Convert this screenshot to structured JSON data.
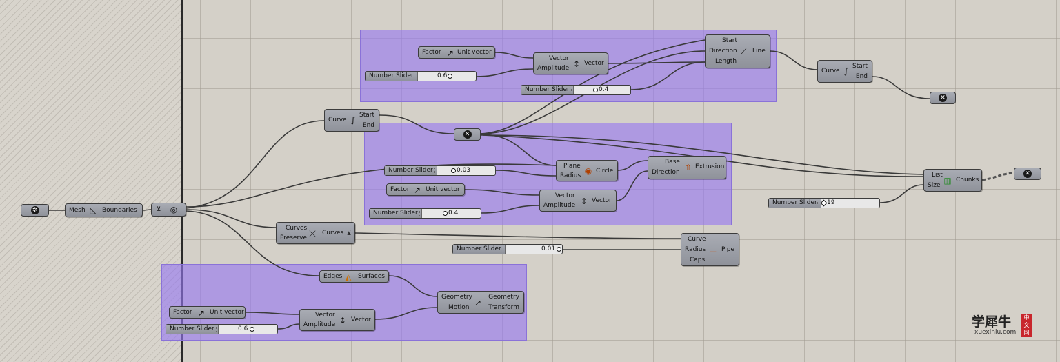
{
  "groups": [
    "group-top",
    "group-middle",
    "group-bottom"
  ],
  "components": {
    "line_top": {
      "inputs": [
        "Start",
        "Direction",
        "Length"
      ],
      "name": "Line"
    },
    "unit_vector_top": {
      "input": "Factor",
      "name": "Unit vector"
    },
    "amplitude_top": {
      "inputs": [
        "Vector",
        "Amplitude"
      ],
      "name": "Vector"
    },
    "endpoints_right": {
      "input": "Curve",
      "outputs": [
        "Start",
        "End"
      ]
    },
    "endpoints_left": {
      "input": "Curve",
      "outputs": [
        "Start",
        "End"
      ]
    },
    "circle": {
      "inputs": [
        "Plane",
        "Radius"
      ],
      "name": "Circle"
    },
    "extrusion": {
      "inputs": [
        "Base",
        "Direction"
      ],
      "name": "Extrusion"
    },
    "unit_vector_mid": {
      "input": "Factor",
      "name": "Unit vector"
    },
    "amplitude_mid": {
      "inputs": [
        "Vector",
        "Amplitude"
      ],
      "name": "Vector"
    },
    "partition": {
      "inputs": [
        "List",
        "Size"
      ],
      "name": "Chunks"
    },
    "mesh_boundaries": {
      "input": "Mesh",
      "name": "Boundaries"
    },
    "join_curves": {
      "inputs": [
        "Curves",
        "Preserve"
      ],
      "name": "Curves"
    },
    "pipe": {
      "inputs": [
        "Curve",
        "Radius",
        "Caps"
      ],
      "name": "Pipe"
    },
    "brep_edges": {
      "input": "Edges",
      "name": "Surfaces"
    },
    "move": {
      "inputs": [
        "Geometry",
        "Motion"
      ],
      "outputs": [
        "Geometry",
        "Transform"
      ]
    },
    "unit_vector_bot": {
      "input": "Factor",
      "name": "Unit vector"
    },
    "amplitude_bot": {
      "inputs": [
        "Vector",
        "Amplitude"
      ],
      "name": "Vector"
    }
  },
  "sliders": {
    "amp_top": {
      "label": "Number Slider",
      "value": "0.6"
    },
    "length": {
      "label": "Number Slider",
      "value": "0.4"
    },
    "radius_circle": {
      "label": "Number Slider",
      "value": "0.03"
    },
    "amp_mid": {
      "label": "Number Slider",
      "value": "0.4"
    },
    "chunk_size": {
      "label": "Number Slider",
      "value": "19"
    },
    "pipe_radius": {
      "label": "Number Slider",
      "value": "0.01"
    },
    "amp_bot": {
      "label": "Number Slider",
      "value": "0.6"
    }
  },
  "watermark": {
    "title": "学犀牛",
    "url": "xuexiniu.com",
    "badge": "中文网"
  },
  "colors": {
    "group": "#9678f0",
    "component": "#9a9da5",
    "wire": "#3a3a3a"
  }
}
